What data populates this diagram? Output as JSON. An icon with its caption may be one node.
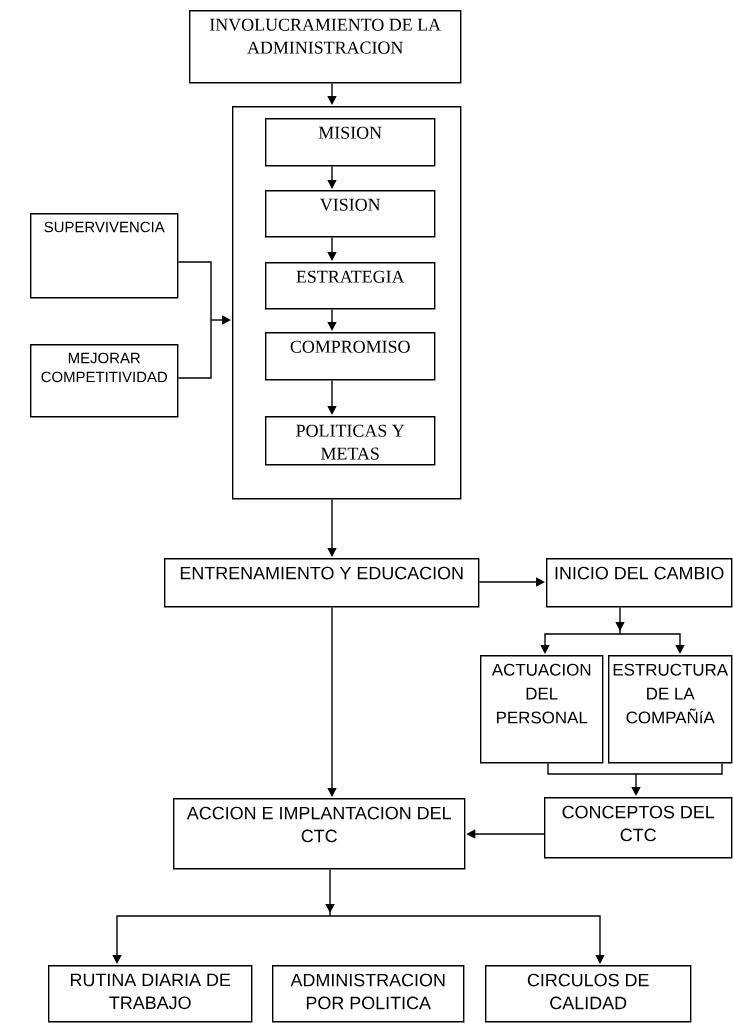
{
  "diagram": {
    "nodes": [
      {
        "text": [
          "INVOLUCRAMIENTO DE LA ADMINISTRACION"
        ]
      },
      {
        "text": [],
        "shape": "box"
      },
      {
        "text": [
          "MISION"
        ],
        "in": 1
      },
      {
        "text": [
          "VISION"
        ],
        "in": 1
      },
      {
        "text": [
          "ESTRATEGIA"
        ],
        "in": 1
      },
      {
        "text": [
          "COMPROMISO"
        ],
        "in": 1
      },
      {
        "text": [
          "POLITICAS Y METAS"
        ],
        "in": 1
      },
      {
        "text": [
          "SUPERVIVENCIA"
        ]
      },
      {
        "text": [
          "MEJORAR COMPETITIVIDAD"
        ]
      },
      {
        "text": [
          "ENTRENAMIENTO Y EDUCACION"
        ]
      },
      {
        "text": [
          "INICIO DEL CAMBIO"
        ]
      },
      {
        "text": [
          "ACTUACION DEL PERSONAL"
        ]
      },
      {
        "text": [
          "ESTRUCTURA DE LA COMPAÑíA"
        ]
      },
      {
        "text": [
          "CONCEPTOS DEL CTC"
        ]
      },
      {
        "text": [
          "ACCION E IMPLANTACION DEL CTC"
        ]
      },
      {
        "text": [
          "RUTINA DIARIA DE TRABAJO"
        ]
      },
      {
        "text": [
          "ADMINISTRACION POR POLITICA"
        ]
      },
      {
        "text": [
          "CIRCULOS DE CALIDAD"
        ]
      }
    ],
    "edges": [
      {
        "from": 0,
        "to": 1,
        "arrow": "to"
      },
      {
        "from": 2,
        "to": 3,
        "arrow": "to"
      },
      {
        "from": 3,
        "to": 4,
        "arrow": "to"
      },
      {
        "from": 4,
        "to": 5,
        "arrow": "to"
      },
      {
        "from": 5,
        "to": 6,
        "arrow": "to"
      },
      {
        "from": 7,
        "to": 1,
        "arrow": "to"
      },
      {
        "from": 8,
        "to": 1,
        "arrow": "to"
      },
      {
        "from": 1,
        "to": 9,
        "arrow": "to"
      },
      {
        "from": 9,
        "to": 10,
        "arrow": "to"
      },
      {
        "from": 10,
        "to": 11,
        "arrow": "to"
      },
      {
        "from": 10,
        "to": 12,
        "arrow": "to"
      },
      {
        "from": 11,
        "to": 13,
        "arrow": "to"
      },
      {
        "from": 12,
        "to": 13,
        "arrow": "to"
      },
      {
        "from": 9,
        "to": 14,
        "arrow": "to"
      },
      {
        "from": 13,
        "to": 14,
        "arrow": "to"
      },
      {
        "from": 14,
        "to": 15,
        "arrow": "to"
      },
      {
        "from": 14,
        "to": 17,
        "arrow": "to"
      }
    ]
  }
}
